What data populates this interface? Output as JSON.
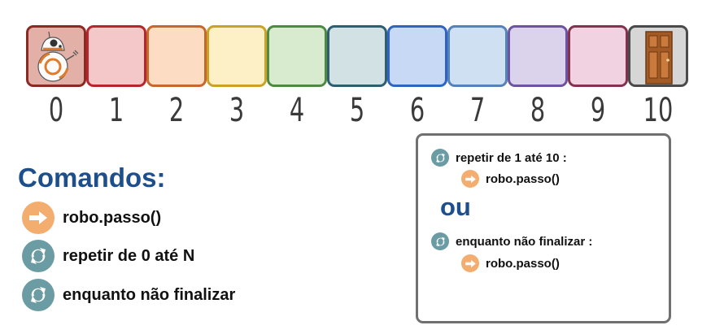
{
  "track": {
    "cells": [
      {
        "number": "0",
        "bg": "#e3b0a8",
        "border": "#8b2a22",
        "content": "robot"
      },
      {
        "number": "1",
        "bg": "#f4c7c9",
        "border": "#b8262d",
        "content": ""
      },
      {
        "number": "2",
        "bg": "#fcddc4",
        "border": "#c8672b",
        "content": ""
      },
      {
        "number": "3",
        "bg": "#fdefc6",
        "border": "#c9a227",
        "content": ""
      },
      {
        "number": "4",
        "bg": "#d9ebcf",
        "border": "#4e8a44",
        "content": ""
      },
      {
        "number": "5",
        "bg": "#d2e1e4",
        "border": "#2d5f70",
        "content": ""
      },
      {
        "number": "6",
        "bg": "#c8d9f6",
        "border": "#2f64c3",
        "content": ""
      },
      {
        "number": "7",
        "bg": "#cfe0f3",
        "border": "#5582b8",
        "content": ""
      },
      {
        "number": "8",
        "bg": "#dbd3ec",
        "border": "#6c54a1",
        "content": ""
      },
      {
        "number": "9",
        "bg": "#f0d2e0",
        "border": "#83324f",
        "content": ""
      },
      {
        "number": "10",
        "bg": "#d6d6d6",
        "border": "#4a4a4a",
        "content": "door"
      }
    ]
  },
  "commands": {
    "title": "Comandos:",
    "items": [
      {
        "icon": "arrow-right-icon",
        "label": "robo.passo()"
      },
      {
        "icon": "loop-icon",
        "label": "repetir de 0 até N"
      },
      {
        "icon": "loop-icon",
        "label": "enquanto não finalizar"
      }
    ]
  },
  "panel": {
    "loop1": "repetir de 1 até 10 :",
    "step1": "robo.passo()",
    "or": "ou",
    "loop2": "enquanto não finalizar :",
    "step2": "robo.passo()"
  },
  "colors": {
    "title": "#1d4f8c",
    "arrow_icon": "#f3ad6f",
    "loop_icon": "#6b9ca3"
  }
}
